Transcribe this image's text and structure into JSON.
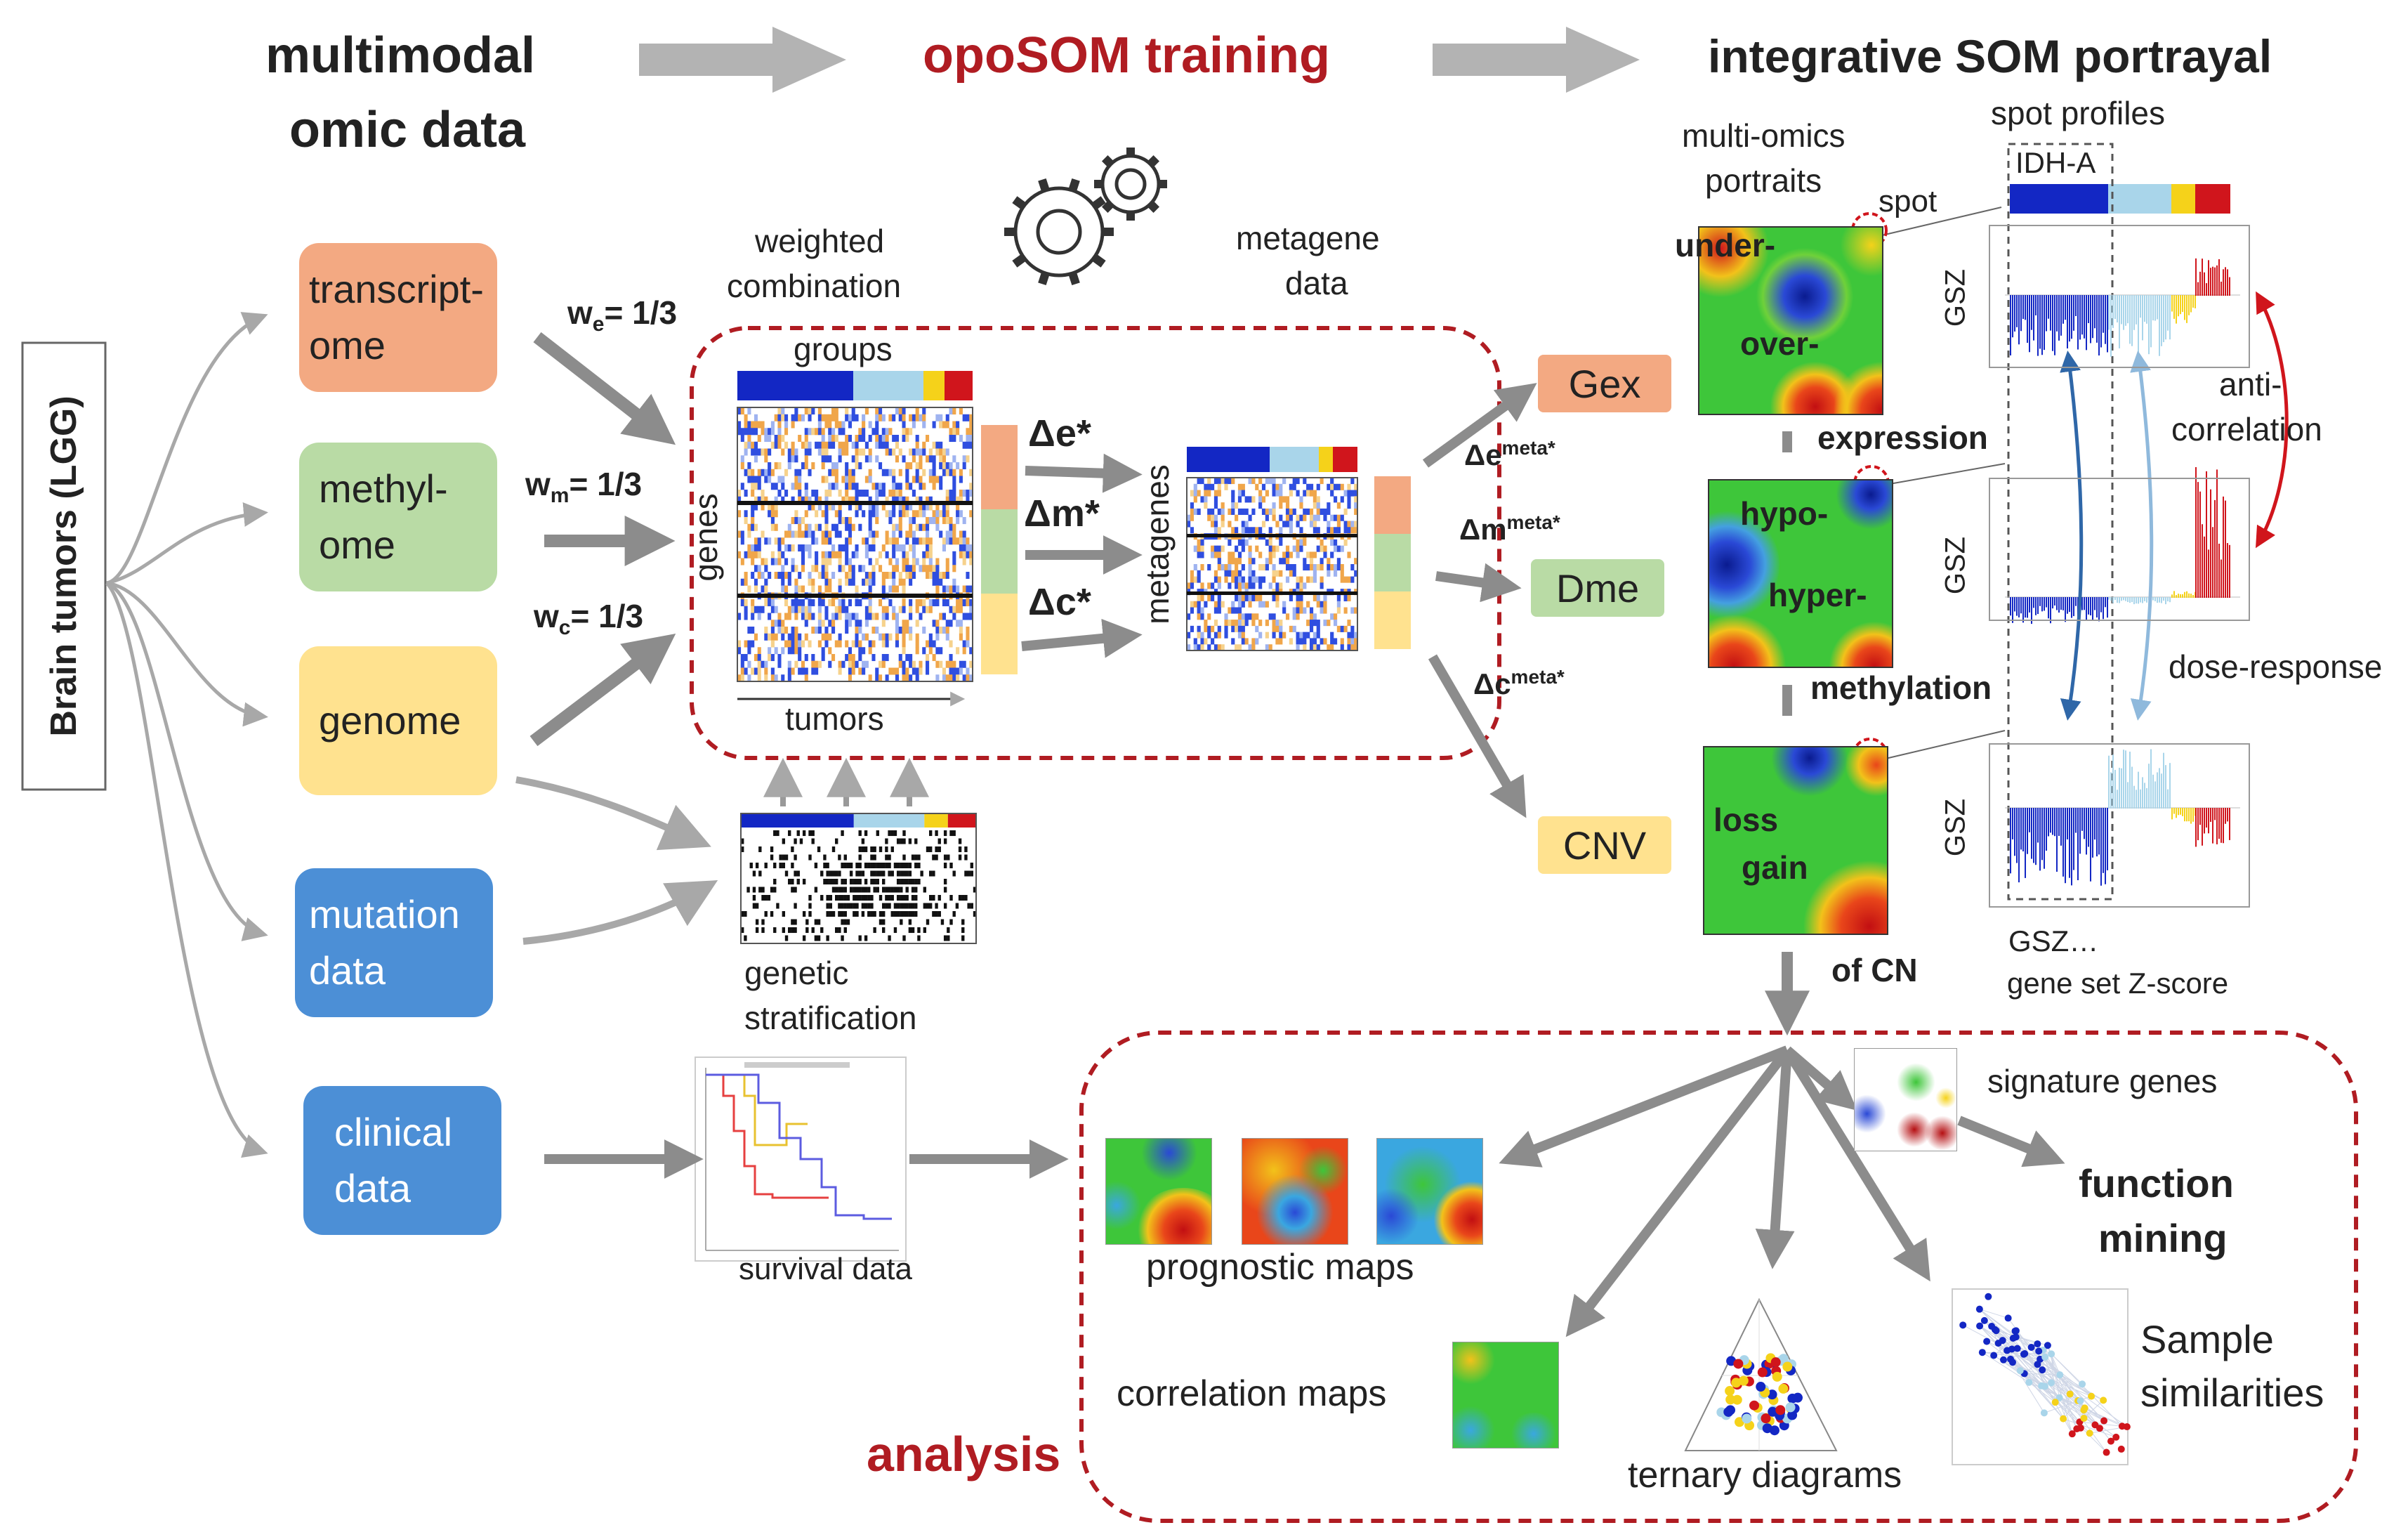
{
  "header": {
    "col1_line1": "multimodal",
    "col1_line2": "omic data",
    "col2": "opoSOM training",
    "col3": "integrative SOM portrayal"
  },
  "side_label": "Brain tumors (LGG)",
  "inputs": {
    "transcriptome_l1": "transcript-",
    "transcriptome_l2": "ome",
    "methylome_l1": "methyl-",
    "methylome_l2": "ome",
    "genome": "genome",
    "mutation_l1": "mutation",
    "mutation_l2": "data",
    "clinical_l1": "clinical",
    "clinical_l2": "data"
  },
  "weights": {
    "we": "w",
    "we_sub": "e",
    "we_val": "= 1/3",
    "wm": "w",
    "wm_sub": "m",
    "wm_val": "= 1/3",
    "wc": "w",
    "wc_sub": "c",
    "wc_val": "= 1/3"
  },
  "training": {
    "weighted_l1": "weighted",
    "weighted_l2": "combination",
    "metagene_l1": "metagene",
    "metagene_l2": "data",
    "groups": "groups",
    "genes": "genes",
    "tumors": "tumors",
    "metagenes": "metagenes",
    "delta_e": "Δe*",
    "delta_m": "Δm*",
    "delta_c": "Δc*",
    "genetic_l1": "genetic",
    "genetic_l2": "stratification",
    "survival": "survival data"
  },
  "outputs": {
    "gex": "Gex",
    "dme": "Dme",
    "cnv": "CNV",
    "de_meta": "Δe",
    "de_meta_sup": "meta*",
    "dm_meta": "Δm",
    "dm_meta_sup": "meta*",
    "dc_meta": "Δc",
    "dc_meta_sup": "meta*"
  },
  "portrayal": {
    "multiomics_l1": "multi-omics",
    "multiomics_l2": "portraits",
    "spot": "spot",
    "spot_profiles": "spot profiles",
    "idh": "IDH-A",
    "under": "under-",
    "over": "over-",
    "expression": "expression",
    "hypo": "hypo-",
    "hyper": "hyper-",
    "methylation": "methylation",
    "loss": "loss",
    "gain": "gain",
    "of_cn": "of CN",
    "anti_l1": "anti-",
    "anti_l2": "correlation",
    "dose": "dose-response",
    "gsz": "GSZ",
    "gsz_note": "GSZ…",
    "gsz_def": "gene set Z-score"
  },
  "analysis": {
    "title": "analysis",
    "signature": "signature genes",
    "function_l1": "function",
    "function_l2": "mining",
    "prognostic": "prognostic maps",
    "correlation": "correlation maps",
    "ternary": "ternary diagrams",
    "sample_l1": "Sample",
    "sample_l2": "similarities"
  },
  "colors": {
    "accent_red": "#b01c22",
    "arrow_gray": "#8c8c8c",
    "transcriptome": "#f3a982",
    "methylome": "#b9dba5",
    "genome": "#ffe28f",
    "mutation": "#4c8fd6",
    "clinical": "#4c8fd6",
    "group_blue": "#1327c4",
    "group_lightblue": "#a9d5ea",
    "group_yellow": "#f5d21a",
    "group_red": "#d0151c"
  }
}
